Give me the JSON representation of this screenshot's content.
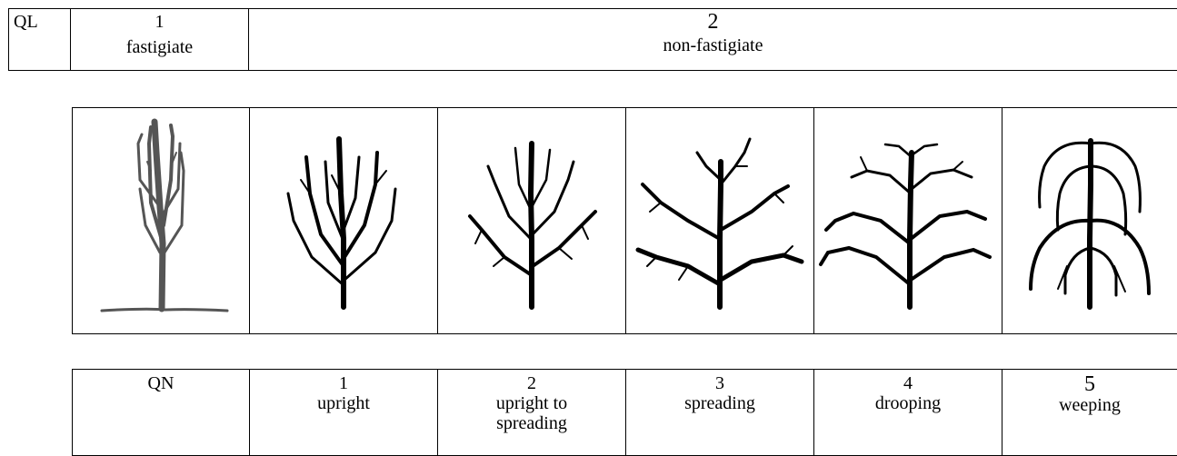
{
  "ql": {
    "label": "QL",
    "fastigiate": {
      "number": "1",
      "label": "fastigiate"
    },
    "non_fastigiate": {
      "number": "2",
      "label": "non-fastigiate"
    }
  },
  "illustrations": [
    {
      "name": "fastigiate-tree-icon"
    },
    {
      "name": "upright-tree-icon"
    },
    {
      "name": "upright-to-spreading-tree-icon"
    },
    {
      "name": "spreading-tree-icon"
    },
    {
      "name": "drooping-tree-icon"
    },
    {
      "name": "weeping-tree-icon"
    }
  ],
  "qn": {
    "label": "QN",
    "items": [
      {
        "number": "1",
        "label": "upright"
      },
      {
        "number": "2",
        "label": "upright to spreading"
      },
      {
        "number": "3",
        "label": "spreading"
      },
      {
        "number": "4",
        "label": "drooping"
      },
      {
        "number": "5",
        "label": "weeping"
      }
    ]
  }
}
